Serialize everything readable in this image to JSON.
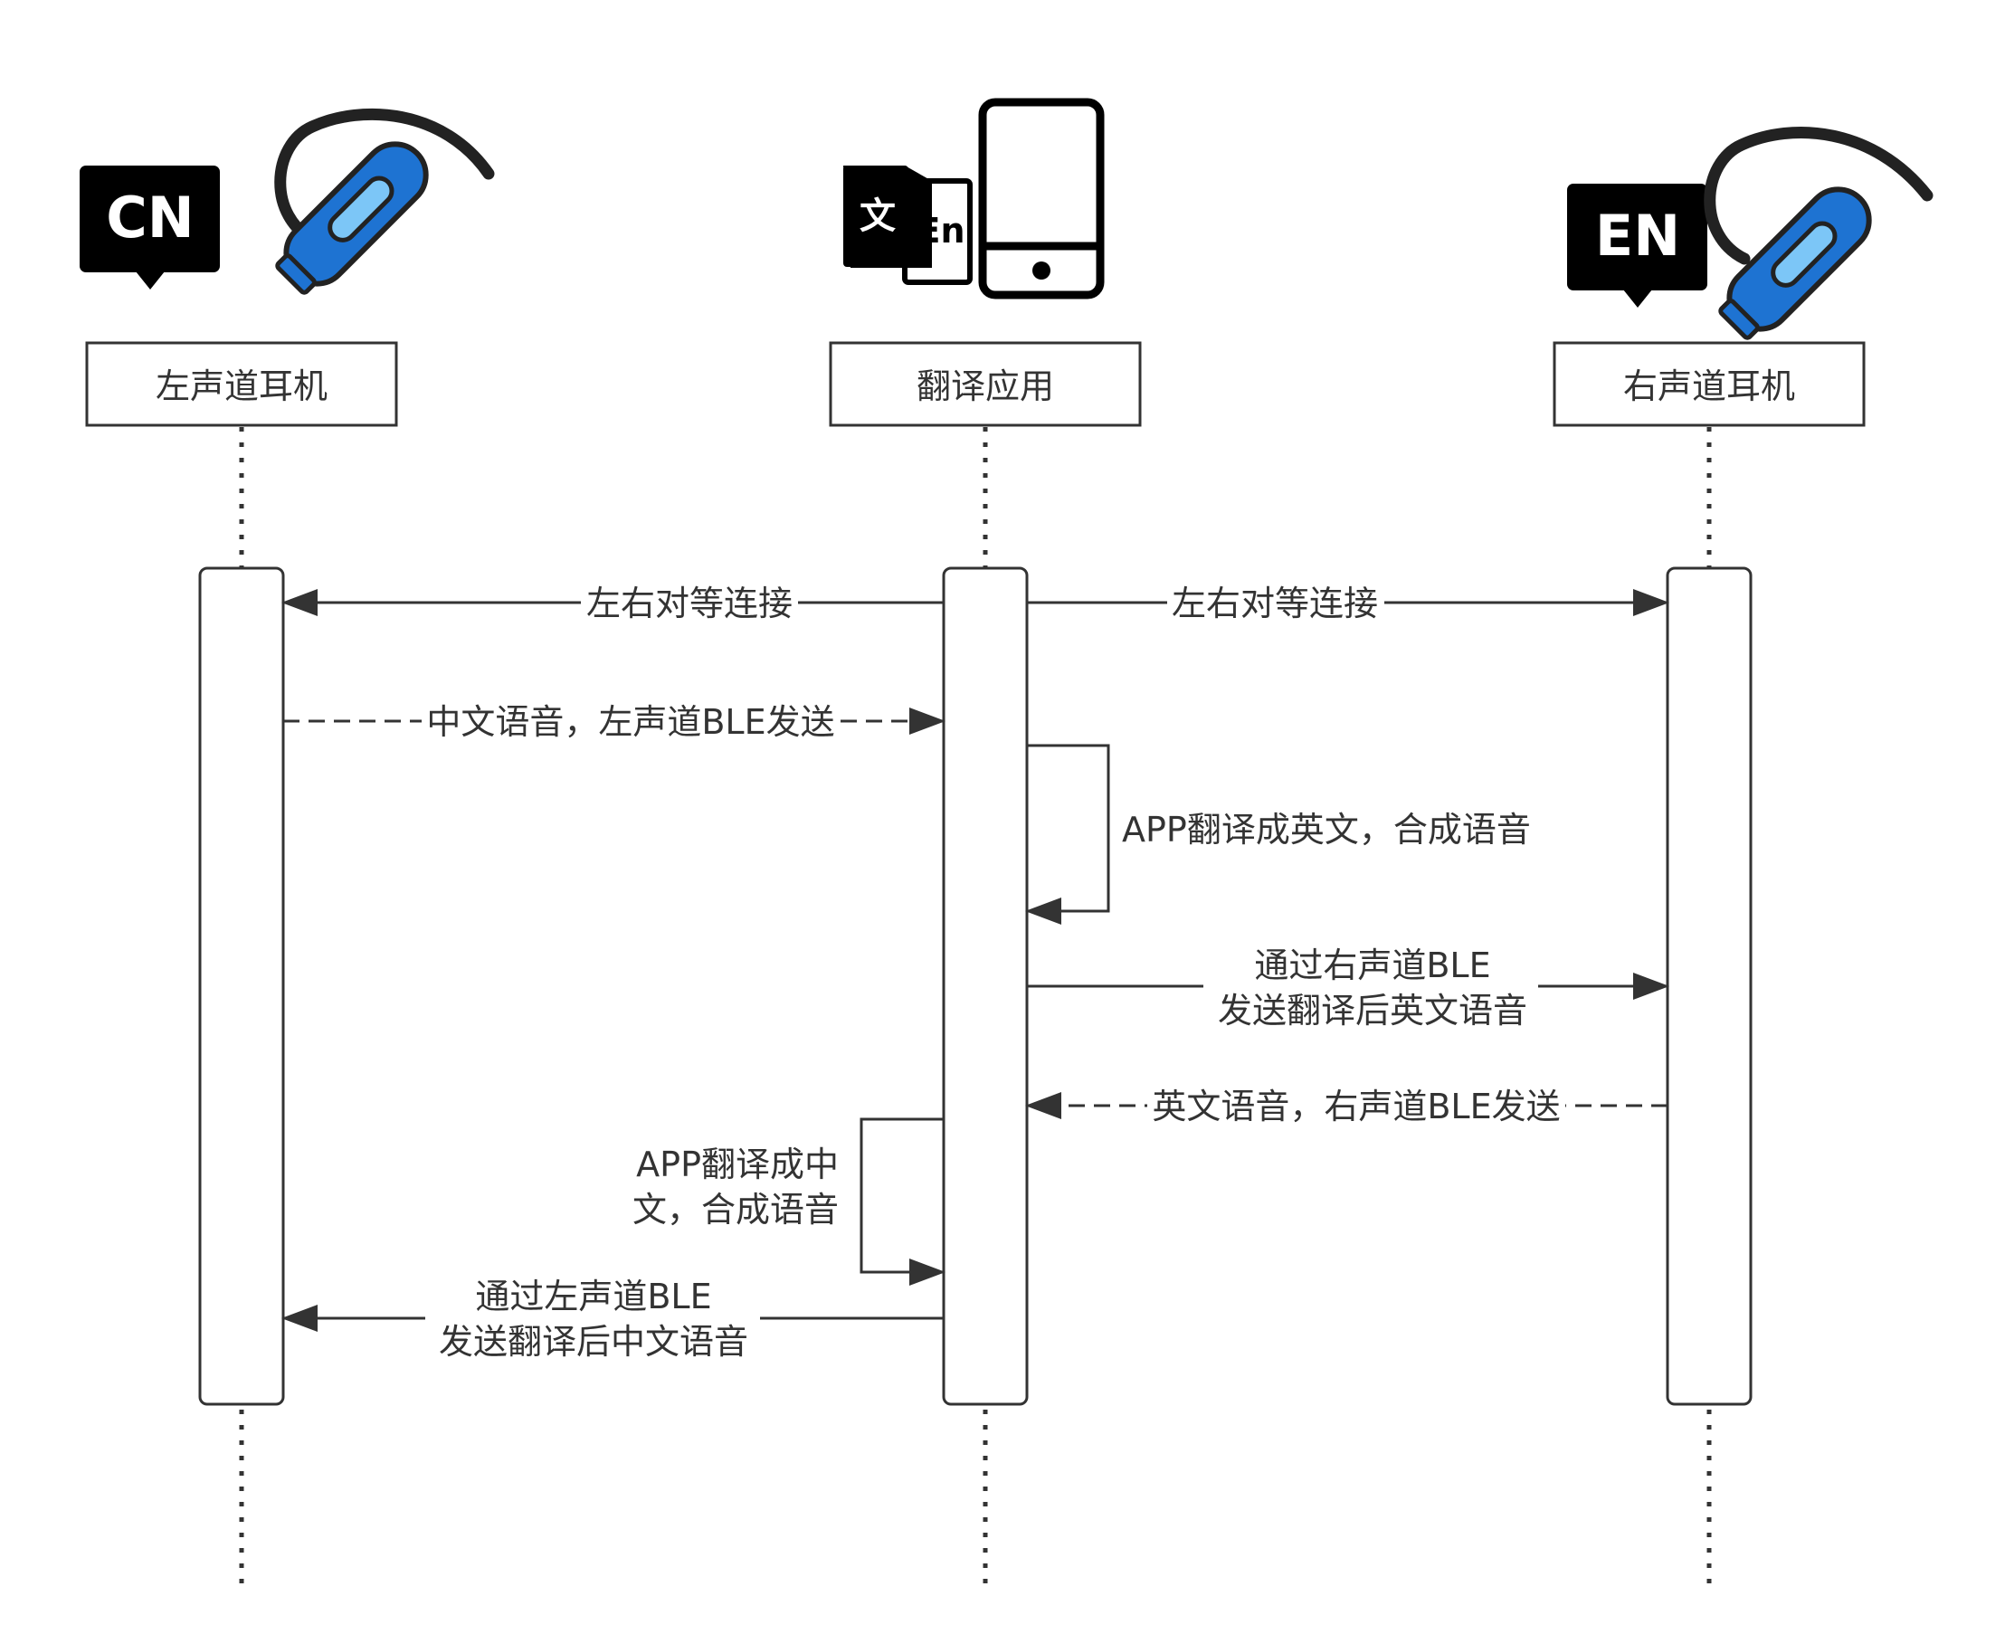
{
  "colors": {
    "line": "#333333",
    "badge_bg": "#000000",
    "earbud_blue": "#1e73d2",
    "earbud_light": "#7cc6f7",
    "earbud_cord": "#222222"
  },
  "icons": {
    "left_badge": "CN",
    "right_badge": "EN",
    "translate_glyph_cn": "文",
    "translate_glyph_en": "En"
  },
  "participants": [
    {
      "id": "left",
      "label": "左声道耳机",
      "icon": "earbud-icon"
    },
    {
      "id": "app",
      "label": "翻译应用",
      "icon": "phone-icon"
    },
    {
      "id": "right",
      "label": "右声道耳机",
      "icon": "earbud-icon"
    }
  ],
  "messages": [
    {
      "from": "app",
      "to": "left",
      "style": "solid",
      "lines": [
        "左右对等连接"
      ]
    },
    {
      "from": "app",
      "to": "right",
      "style": "solid",
      "lines": [
        "左右对等连接"
      ]
    },
    {
      "from": "left",
      "to": "app",
      "style": "dashed",
      "lines": [
        "中文语音，左声道BLE发送"
      ]
    },
    {
      "from": "app",
      "to": "app",
      "style": "self",
      "lines": [
        "APP翻译成英文，合成语音"
      ]
    },
    {
      "from": "app",
      "to": "right",
      "style": "solid",
      "lines": [
        "通过右声道BLE",
        "发送翻译后英文语音"
      ]
    },
    {
      "from": "right",
      "to": "app",
      "style": "dashed",
      "lines": [
        "英文语音，右声道BLE发送"
      ]
    },
    {
      "from": "app",
      "to": "app",
      "style": "self",
      "lines": [
        "APP翻译成中",
        "文，合成语音"
      ]
    },
    {
      "from": "app",
      "to": "left",
      "style": "solid",
      "lines": [
        "通过左声道BLE",
        "发送翻译后中文语音"
      ]
    }
  ]
}
